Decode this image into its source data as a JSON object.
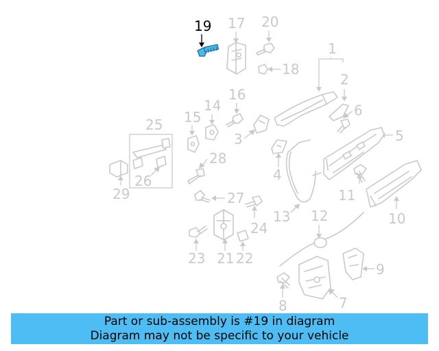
{
  "diagram": {
    "highlight": {
      "label": "19",
      "color": "#48b9ee"
    },
    "callouts": [
      "1",
      "2",
      "3",
      "4",
      "5",
      "6",
      "7",
      "8",
      "9",
      "10",
      "11",
      "12",
      "13",
      "14",
      "15",
      "16",
      "17",
      "18",
      "19",
      "20",
      "21",
      "22",
      "23",
      "24",
      "25",
      "26",
      "27",
      "28",
      "29"
    ]
  },
  "banner": {
    "line1": "Part or sub-assembly is #19 in diagram",
    "line2": "Diagram may not be specific to your vehicle",
    "color": "#4dbdf3"
  }
}
